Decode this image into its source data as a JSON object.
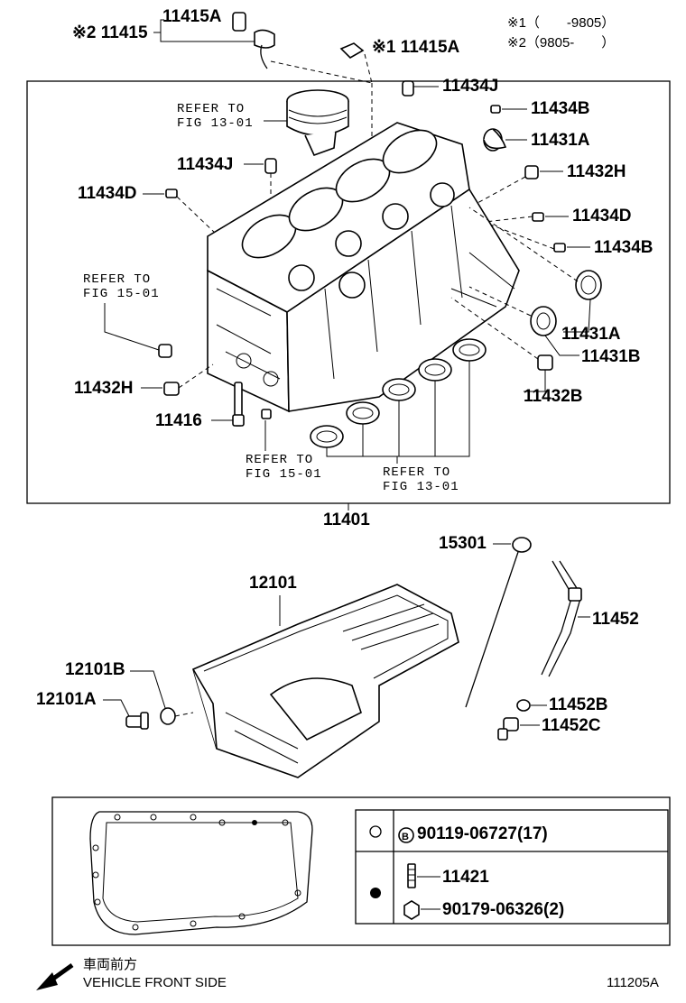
{
  "legend": {
    "note1": "※1（　　-9805）",
    "note2": "※2（9805-　　）"
  },
  "labels": {
    "p11415": "※2 11415",
    "p11415A_top": "11415A",
    "p11415A_right": "※1 11415A",
    "p11434J_top": "11434J",
    "p11434B_top": "11434B",
    "p11431A_top": "11431A",
    "p11434J_left": "11434J",
    "p11432H_right": "11432H",
    "p11434D_left": "11434D",
    "p11434D_right": "11434D",
    "p11434B_right": "11434B",
    "p11431A_right": "11431A",
    "p11431B": "11431B",
    "p11432B": "11432B",
    "p11432H_left": "11432H",
    "p11416": "11416",
    "p11401": "11401",
    "p15301": "15301",
    "p12101": "12101",
    "p11452": "11452",
    "p12101B": "12101B",
    "p12101A": "12101A",
    "p11452B": "11452B",
    "p11452C": "11452C",
    "p90119": "90119-06727(17)",
    "p11421": "11421",
    "p90179": "90179-06326(2)"
  },
  "refer": {
    "r1": [
      "REFER TO",
      "FIG 13-01"
    ],
    "r2": [
      "REFER TO",
      "FIG 15-01"
    ],
    "r3": [
      "REFER TO",
      "FIG 15-01"
    ],
    "r4": [
      "REFER TO",
      "FIG 13-01"
    ]
  },
  "footer": {
    "direction_jp": "車両前方",
    "direction_en": "VEHICLE FRONT SIDE",
    "figure_code": "111205A"
  }
}
